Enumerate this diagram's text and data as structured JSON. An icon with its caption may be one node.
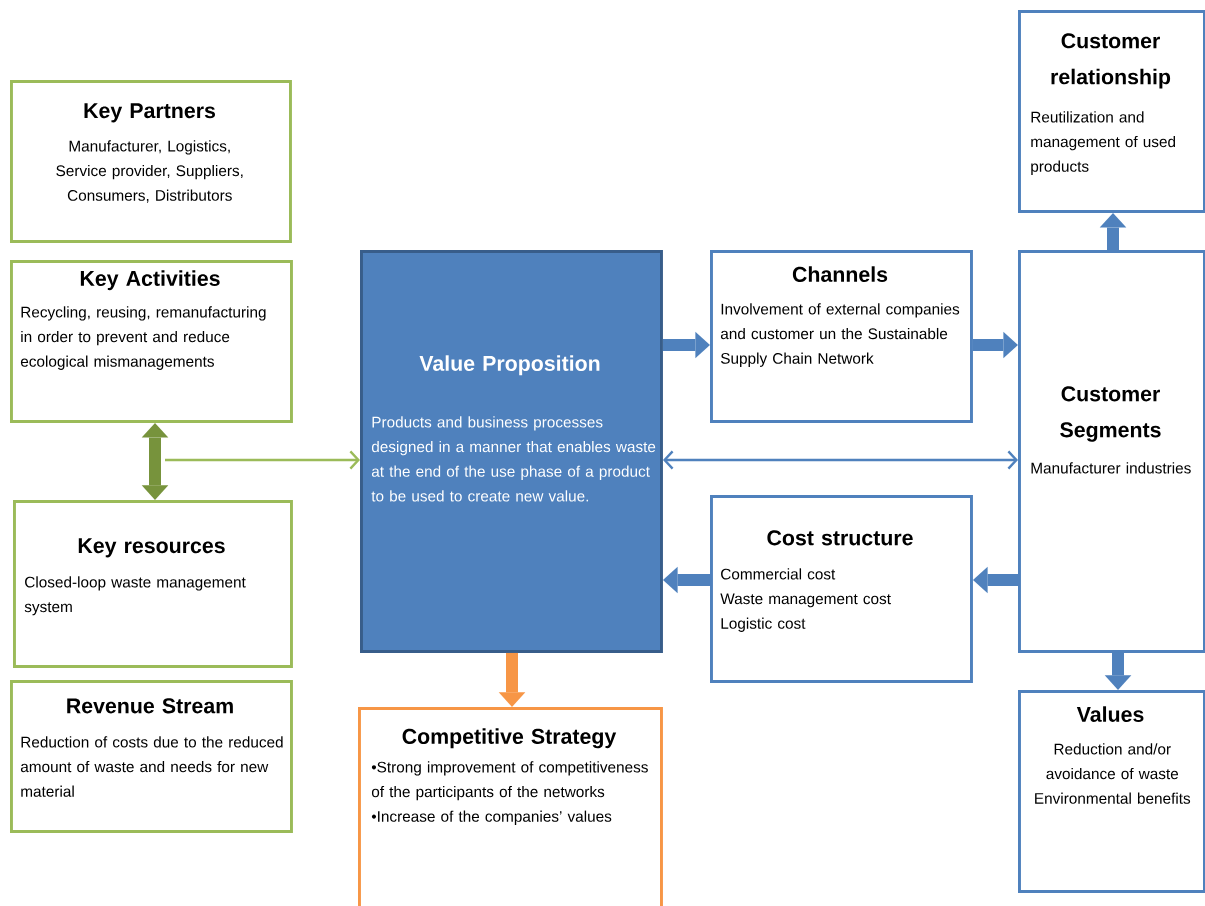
{
  "diagram": {
    "nodes": [
      {
        "text": [
          "Key Partners",
          "Manufacturer, Logistics, Service provider, Suppliers, Consumers, Distributors"
        ]
      },
      {
        "text": [
          "Key Activities",
          "Recycling, reusing, remanufacturing in order to prevent and reduce ecological mismanagements"
        ]
      },
      {
        "text": [
          "Key resources",
          "Closed-loop waste management system"
        ]
      },
      {
        "text": [
          "Revenue Stream",
          "Reduction of costs due to the reduced amount of waste and needs for new material"
        ]
      },
      {
        "text": [
          "Value Proposition",
          "Products and business processes designed in a manner that enables waste at the end of the use phase of a product to be used to create new value."
        ]
      },
      {
        "text": [
          "Channels",
          "Involvement of external companies and customer un the Sustainable Supply Chain Network"
        ]
      },
      {
        "text": [
          "Cost structure",
          "Commercial cost",
          "Waste management cost",
          "Logistic cost"
        ]
      },
      {
        "text": [
          "Customer Segments",
          "Manufacturer industries"
        ]
      },
      {
        "text": [
          "Customer relationship",
          "Reutilization and management of used products"
        ]
      },
      {
        "text": [
          "Values",
          "Reduction and/or avoidance of waste",
          "Environmental benefits"
        ]
      },
      {
        "text": [
          "Competitive Strategy",
          "•Strong improvement of competitiveness of the participants of the networks",
          "•Increase of the companies’ values"
        ]
      }
    ],
    "edges": [
      {
        "from": 1,
        "to": 2,
        "arrow": "both",
        "color": "#77933c"
      },
      {
        "from": null,
        "to": 4,
        "arrow": "to",
        "color": "#9bbb59"
      },
      {
        "from": 4,
        "to": 5,
        "arrow": "to"
      },
      {
        "from": 5,
        "to": 7,
        "arrow": "to"
      },
      {
        "from": 4,
        "to": 7,
        "arrow": "both"
      },
      {
        "from": 7,
        "to": 6,
        "arrow": "to"
      },
      {
        "from": 6,
        "to": 4,
        "arrow": "to"
      },
      {
        "from": 7,
        "to": 8,
        "arrow": "to"
      },
      {
        "from": 7,
        "to": 9,
        "arrow": "to"
      },
      {
        "from": 4,
        "to": 10,
        "arrow": "to",
        "color": "#f79646"
      }
    ]
  }
}
